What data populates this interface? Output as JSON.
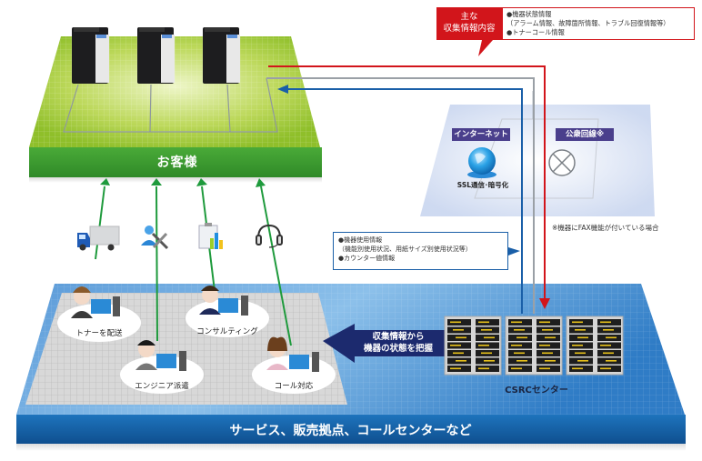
{
  "customer": {
    "label": "お客様",
    "devices": [
      "mfp-1",
      "mfp-2",
      "mfp-3"
    ]
  },
  "callout": {
    "title_line1": "主な",
    "title_line2": "収集情報内容",
    "items": [
      "●機器状態情報",
      "（アラーム情報、故障箇所情報、トラブル回復情報等）",
      "●トナーコール情報"
    ]
  },
  "network": {
    "internet_label": "インターネット",
    "internet_sub": "SSL通信･暗号化",
    "phone_label": "公衆回線※",
    "note": "※機器にFAX機能が付いている場合"
  },
  "usage_info": {
    "items": [
      "●機器使用情報",
      "（機能別使用状況、用紙サイズ別使用状況等）",
      "●カウンター値情報"
    ]
  },
  "center": {
    "arrow_line1": "収集情報から",
    "arrow_line2": "機器の状態を把握",
    "label": "CSRCセンター"
  },
  "services": {
    "icons": [
      "truck-icon",
      "engineer-tools-icon",
      "report-chart-icon",
      "headset-icon"
    ],
    "staff": [
      {
        "label": "トナーを配送"
      },
      {
        "label": "コンサルティング"
      },
      {
        "label": "エンジニア派遣"
      },
      {
        "label": "コール対応"
      }
    ],
    "base_label": "サービス、販売拠点、コールセンターなど"
  },
  "colors": {
    "red_line": "#d2151b",
    "blue_line": "#1a5fa8",
    "grey_line": "#9aa0a6",
    "green_arrow": "#1e9a3c",
    "customer_green": "#3f9e2e",
    "service_blue": "#1767b0",
    "tag_purple": "#4a3f8c",
    "arrow_navy": "#1c2a6e"
  }
}
